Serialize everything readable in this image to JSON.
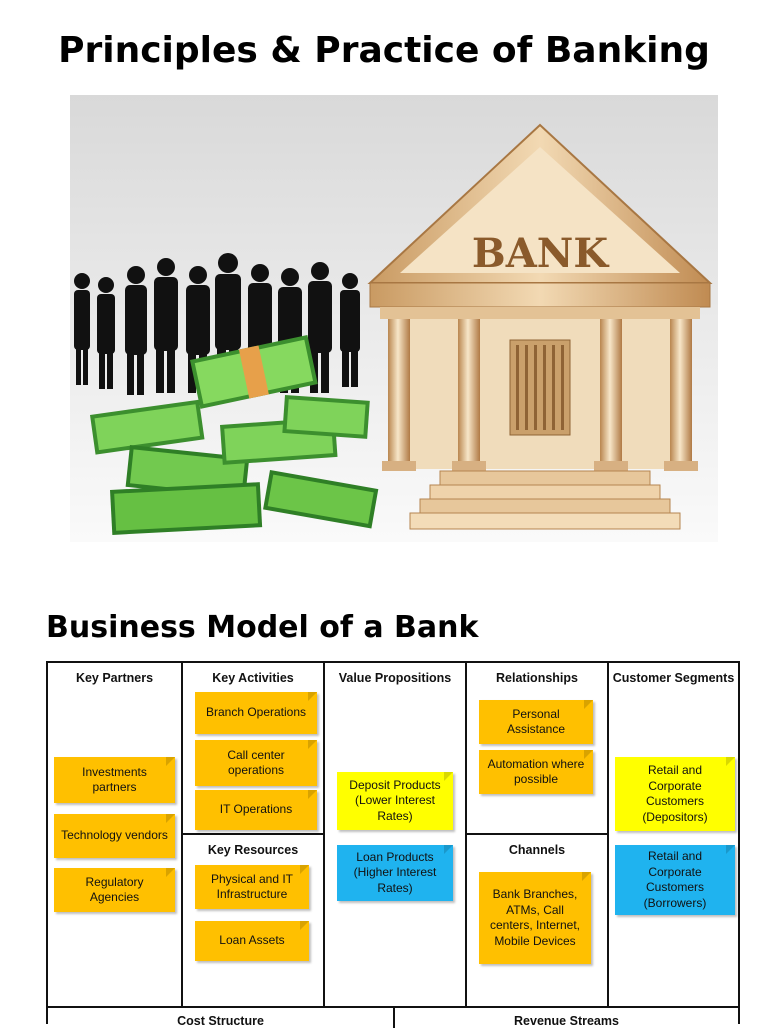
{
  "page": {
    "title": "Principles & Practice of Banking"
  },
  "hero": {
    "bank_sign": "BANK"
  },
  "section": {
    "title": "Business Model of a Bank"
  },
  "canvas": {
    "key_partners": {
      "header": "Key Partners",
      "notes": [
        "Investments partners",
        "Technology vendors",
        "Regulatory Agencies"
      ]
    },
    "key_activities": {
      "header": "Key Activities",
      "notes": [
        "Branch Operations",
        "Call center operations",
        "IT Operations"
      ]
    },
    "key_resources": {
      "header": "Key Resources",
      "notes": [
        "Physical and IT Infrastructure",
        "Loan Assets"
      ]
    },
    "value_propositions": {
      "header": "Value Propositions",
      "notes": [
        "Deposit Products (Lower Interest Rates)",
        "Loan Products (Higher Interest Rates)"
      ]
    },
    "relationships": {
      "header": "Relationships",
      "notes": [
        "Personal Assistance",
        "Automation where possible"
      ]
    },
    "channels": {
      "header": "Channels",
      "notes": [
        "Bank Branches, ATMs, Call centers, Internet, Mobile Devices"
      ]
    },
    "customer_segments": {
      "header": "Customer Segments",
      "notes": [
        "Retail and Corporate Customers (Depositors)",
        "Retail and Corporate Customers (Borrowers)"
      ]
    },
    "cost_structure": {
      "header": "Cost Structure"
    },
    "revenue_streams": {
      "header": "Revenue Streams"
    }
  },
  "colors": {
    "orange_note": "#ffc000",
    "yellow_note": "#ffff00",
    "blue_note": "#1fb3ef"
  }
}
